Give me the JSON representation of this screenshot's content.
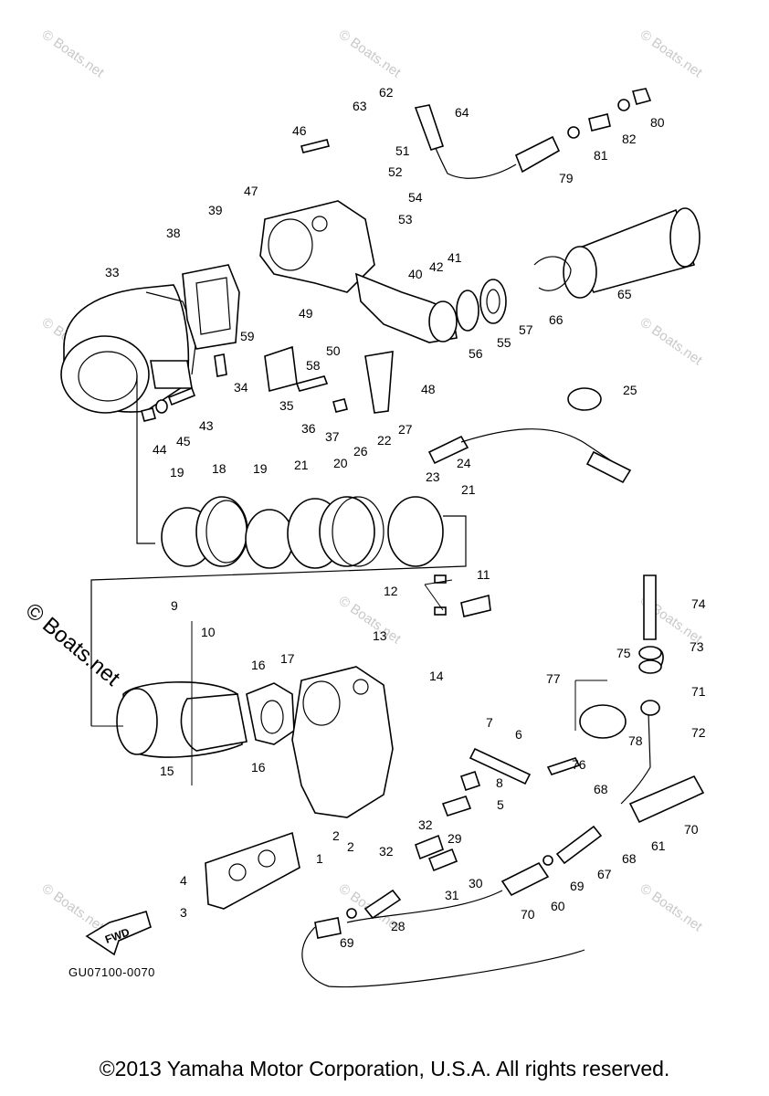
{
  "watermark": "© Boats.net",
  "side_watermark": "© Boats.net",
  "drawing_code": "GU07100-0070",
  "fwd_label": "FWD",
  "copyright": "©2013 Yamaha Motor Corporation, U.S.A. All rights reserved.",
  "callouts": [
    "1",
    "2",
    "2",
    "3",
    "4",
    "5",
    "6",
    "7",
    "8",
    "9",
    "10",
    "11",
    "12",
    "13",
    "14",
    "15",
    "16",
    "16",
    "17",
    "18",
    "19",
    "19",
    "20",
    "21",
    "21",
    "22",
    "23",
    "24",
    "25",
    "26",
    "27",
    "28",
    "29",
    "30",
    "31",
    "32",
    "32",
    "33",
    "34",
    "35",
    "36",
    "37",
    "38",
    "39",
    "40",
    "41",
    "42",
    "43",
    "44",
    "45",
    "46",
    "47",
    "48",
    "49",
    "50",
    "51",
    "52",
    "53",
    "54",
    "55",
    "56",
    "57",
    "58",
    "59",
    "60",
    "61",
    "62",
    "63",
    "64",
    "65",
    "66",
    "67",
    "68",
    "68",
    "69",
    "69",
    "70",
    "70",
    "71",
    "72",
    "73",
    "74",
    "75",
    "76",
    "77",
    "78",
    "79",
    "80",
    "81",
    "82"
  ]
}
